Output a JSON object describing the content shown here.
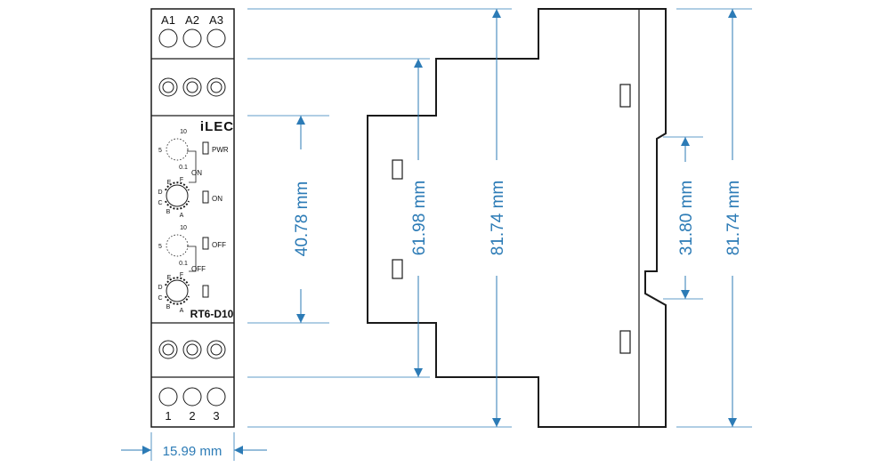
{
  "front_view": {
    "top_terminals": [
      "A1",
      "A2",
      "A3"
    ],
    "bottom_terminals": [
      "1",
      "2",
      "3"
    ],
    "brand": "iLEC",
    "model": "RT6-D10",
    "knob1_scale": {
      "max": "10",
      "mid": "5",
      "min": "0.1"
    },
    "knob2_scale": [
      "F",
      "E",
      "D",
      "C",
      "B",
      "A"
    ],
    "knob3_scale": {
      "max": "10",
      "mid": "5",
      "min": "0.1"
    },
    "knob4_scale": [
      "F",
      "E",
      "D",
      "C",
      "B",
      "A"
    ],
    "led_labels": [
      "PWR",
      "ON",
      "OFF"
    ],
    "knob_labels": [
      "ON",
      "OFF"
    ]
  },
  "dimensions": {
    "width": "15.99 mm",
    "window_height": "40.78 mm",
    "middle_height": "61.98 mm",
    "total_height": "81.74 mm",
    "rail_height": "31.80 mm",
    "total_height_right": "81.74 mm"
  },
  "colors": {
    "dimension": "#2c7bb6",
    "outline": "#1a1a1a"
  }
}
